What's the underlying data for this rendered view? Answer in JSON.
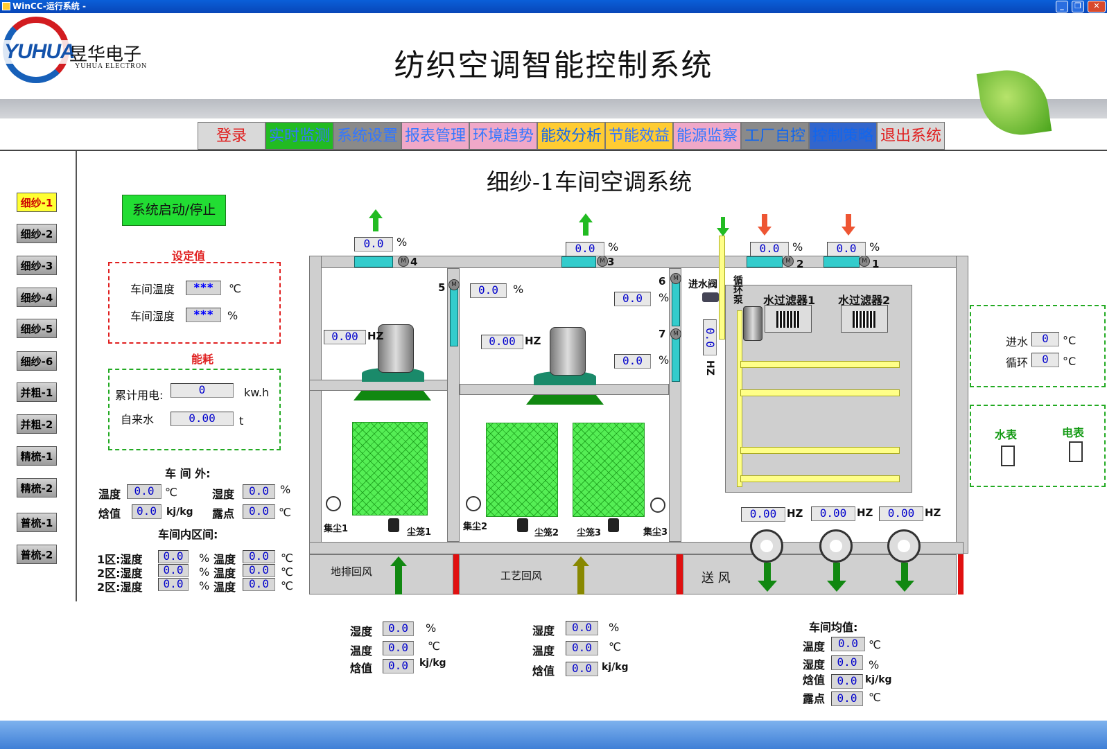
{
  "window": {
    "title": "WinCC-运行系统 -"
  },
  "header": {
    "logo_text": "YUHUA",
    "company_cn": "昱华电子",
    "company_en": "YUHUA ELECTRON",
    "title": "纺织空调智能控制系统"
  },
  "nav": [
    {
      "label": "登录",
      "bg": "#d9d9d9",
      "fg": "#e02020",
      "width": 98
    },
    {
      "label": "实时监测",
      "bg": "#22bb22",
      "fg": "#3377ff",
      "width": 98
    },
    {
      "label": "系统设置",
      "bg": "#8a8a8a",
      "fg": "#3377ff",
      "width": 98
    },
    {
      "label": "报表管理",
      "bg": "#f0a8c8",
      "fg": "#3377ff",
      "width": 98
    },
    {
      "label": "环境趋势",
      "bg": "#f0a8c8",
      "fg": "#3377ff",
      "width": 98
    },
    {
      "label": "能效分析",
      "bg": "#ffcc33",
      "fg": "#1166ee",
      "width": 98
    },
    {
      "label": "节能效益",
      "bg": "#ffcc33",
      "fg": "#3377ff",
      "width": 98
    },
    {
      "label": "能源监察",
      "bg": "#f0a8c8",
      "fg": "#3377ff",
      "width": 98
    },
    {
      "label": "工厂自控",
      "bg": "#8a8a8a",
      "fg": "#1166ee",
      "width": 98
    },
    {
      "label": "控制策略",
      "bg": "#3366cc",
      "fg": "#1166ee",
      "width": 98
    },
    {
      "label": "退出系统",
      "bg": "#d9d9d9",
      "fg": "#e02020",
      "width": 98
    }
  ],
  "sidebar": [
    {
      "label": "细纱-1",
      "active": true
    },
    {
      "label": "细纱-2",
      "active": false
    },
    {
      "label": "细纱-3",
      "active": false
    },
    {
      "label": "细纱-4",
      "active": false
    },
    {
      "label": "细纱-5",
      "active": false
    },
    {
      "label": "细纱-6",
      "active": false
    },
    {
      "label": "并粗-1",
      "active": false
    },
    {
      "label": "并粗-2",
      "active": false
    },
    {
      "label": "精梳-1",
      "active": false
    },
    {
      "label": "精梳-2",
      "active": false
    },
    {
      "label": "普梳-1",
      "active": false
    },
    {
      "label": "普梳-2",
      "active": false
    }
  ],
  "page": {
    "subtitle": "细纱-1车间空调系统",
    "start_button": "系统启动/停止"
  },
  "setpoints": {
    "title": "设定值",
    "temp_label": "车间温度",
    "temp_value": "***",
    "temp_unit": "℃",
    "hum_label": "车间湿度",
    "hum_value": "***",
    "hum_unit": "%"
  },
  "energy": {
    "title": "能耗",
    "power_label": "累计用电:",
    "power_value": "0",
    "power_unit": "kw.h",
    "water_label": "自来水",
    "water_value": "0.00",
    "water_unit": "t"
  },
  "outside": {
    "title": "车 间 外:",
    "temp_label": "温度",
    "temp_value": "0.0",
    "temp_unit": "℃",
    "hum_label": "湿度",
    "hum_value": "0.0",
    "hum_unit": "%",
    "enth_label": "焓值",
    "enth_value": "0.0",
    "enth_unit": "kj/kg",
    "dew_label": "露点",
    "dew_value": "0.0",
    "dew_unit": "℃"
  },
  "zones": {
    "title": "车间内区间:",
    "rows": [
      {
        "hum_label": "1区:湿度",
        "hum_value": "0.0",
        "hum_unit": "%",
        "temp_label": "温度",
        "temp_value": "0.0",
        "temp_unit": "℃"
      },
      {
        "hum_label": "2区:湿度",
        "hum_value": "0.0",
        "hum_unit": "%",
        "temp_label": "温度",
        "temp_value": "0.0",
        "temp_unit": "℃"
      },
      {
        "hum_label": "2区:湿度",
        "hum_value": "0.0",
        "hum_unit": "%",
        "temp_label": "温度",
        "temp_value": "0.0",
        "temp_unit": "℃"
      }
    ]
  },
  "process": {
    "damper_pct": [
      "0.0",
      "0.0",
      "0.0",
      "0.0"
    ],
    "pct_unit": "%",
    "damper_numbers": [
      "4",
      "3",
      "2",
      "1"
    ],
    "mid_damper_numbers": [
      "5",
      "6",
      "7"
    ],
    "mid_pct": [
      "0.0",
      "0.0",
      "0.0"
    ],
    "fan_hz": [
      "0.00",
      "0.00"
    ],
    "hz_unit": "HZ",
    "dust": [
      "集尘1",
      "尘笼1",
      "集尘2",
      "尘笼2",
      "尘笼3",
      "集尘3"
    ],
    "inlet_valve": "进水阀",
    "circ_pump": "循环泵",
    "pump_hz": "0.0",
    "pump_hz_unit": "HZ",
    "water_filter_1": "水过滤器1",
    "water_filter_2": "水过滤器2",
    "supply_hz": [
      "0.00",
      "0.00",
      "0.00"
    ],
    "floor_return": "地排回风",
    "process_return": "工艺回风",
    "supply_air": "送 风"
  },
  "water_temp": {
    "inlet_label": "进水",
    "inlet_value": "0",
    "inlet_unit": "°C",
    "circ_label": "循环",
    "circ_value": "0",
    "circ_unit": "°C"
  },
  "meters": {
    "water": "水表",
    "power": "电表"
  },
  "bottom": {
    "left": {
      "hum_label": "湿度",
      "hum_value": "0.0",
      "hum_unit": "%",
      "temp_label": "温度",
      "temp_value": "0.0",
      "temp_unit": "℃",
      "enth_label": "焓值",
      "enth_value": "0.0",
      "enth_unit": "kj/kg"
    },
    "mid": {
      "hum_label": "湿度",
      "hum_value": "0.0",
      "hum_unit": "%",
      "temp_label": "温度",
      "temp_value": "0.0",
      "temp_unit": "℃",
      "enth_label": "焓值",
      "enth_value": "0.0",
      "enth_unit": "kj/kg"
    },
    "avg": {
      "title": "车间均值:",
      "temp_label": "温度",
      "temp_value": "0.0",
      "temp_unit": "℃",
      "hum_label": "湿度",
      "hum_value": "0.0",
      "hum_unit": "%",
      "enth_label": "焓值",
      "enth_value": "0.0",
      "enth_unit": "kj/kg",
      "dew_label": "露点",
      "dew_value": "0.0",
      "dew_unit": "℃"
    }
  }
}
